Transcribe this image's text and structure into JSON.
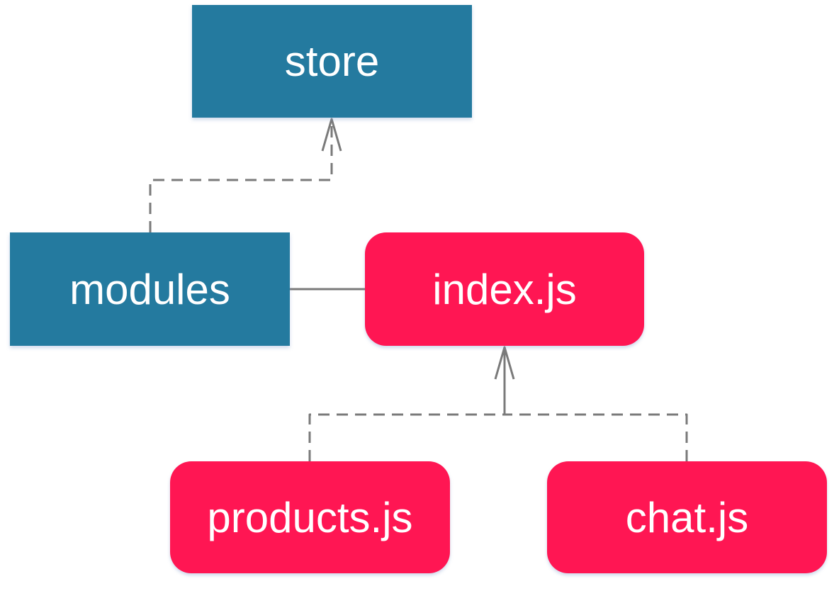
{
  "nodes": {
    "store": "store",
    "modules": "modules",
    "index": "index.js",
    "products": "products.js",
    "chat": "chat.js"
  },
  "colors": {
    "folder": "#247a9f",
    "file": "#ff1653",
    "connector": "#7a7a7a"
  }
}
